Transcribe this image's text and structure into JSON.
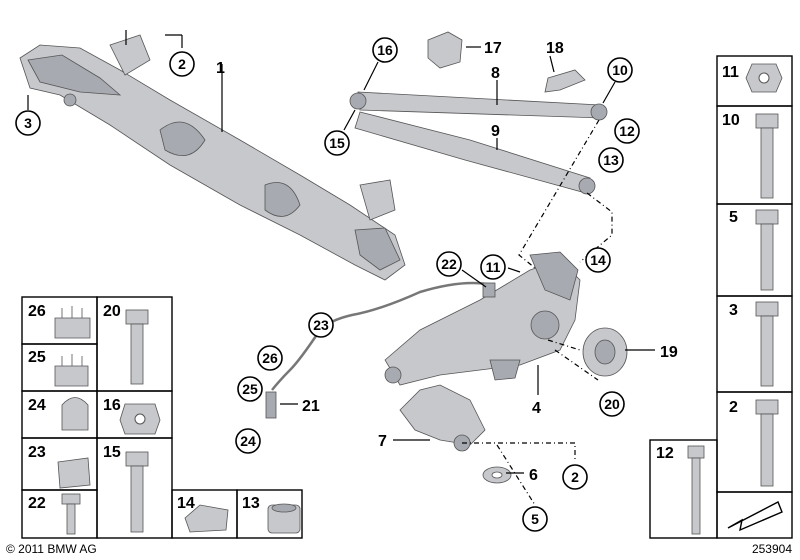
{
  "copyright": "© 2011 BMW AG",
  "reference_number": "253904",
  "plain_labels": [
    "1",
    "8",
    "9",
    "17",
    "18",
    "19",
    "21",
    "4",
    "6",
    "7"
  ],
  "circle_labels": [
    "2",
    "3",
    "16",
    "15",
    "10",
    "12",
    "13",
    "14",
    "22",
    "11",
    "23",
    "26",
    "25",
    "24",
    "20",
    "2",
    "5"
  ],
  "grid_left": [
    "26",
    "20",
    "25",
    "24",
    "16",
    "23",
    "15",
    "22",
    "14",
    "13"
  ],
  "grid_right": [
    "11",
    "10",
    "5",
    "3",
    "2",
    "12"
  ]
}
